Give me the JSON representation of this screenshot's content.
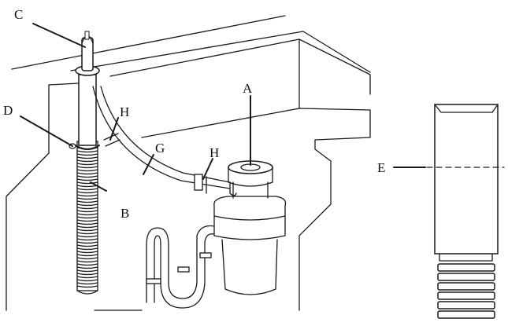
{
  "labels": {
    "a": "A",
    "b": "B",
    "c": "C",
    "d": "D",
    "e": "E",
    "g": "G",
    "h1": "H",
    "h2": "H"
  },
  "colors": {
    "ink": "#1a1a1a",
    "paper": "#ffffff"
  }
}
